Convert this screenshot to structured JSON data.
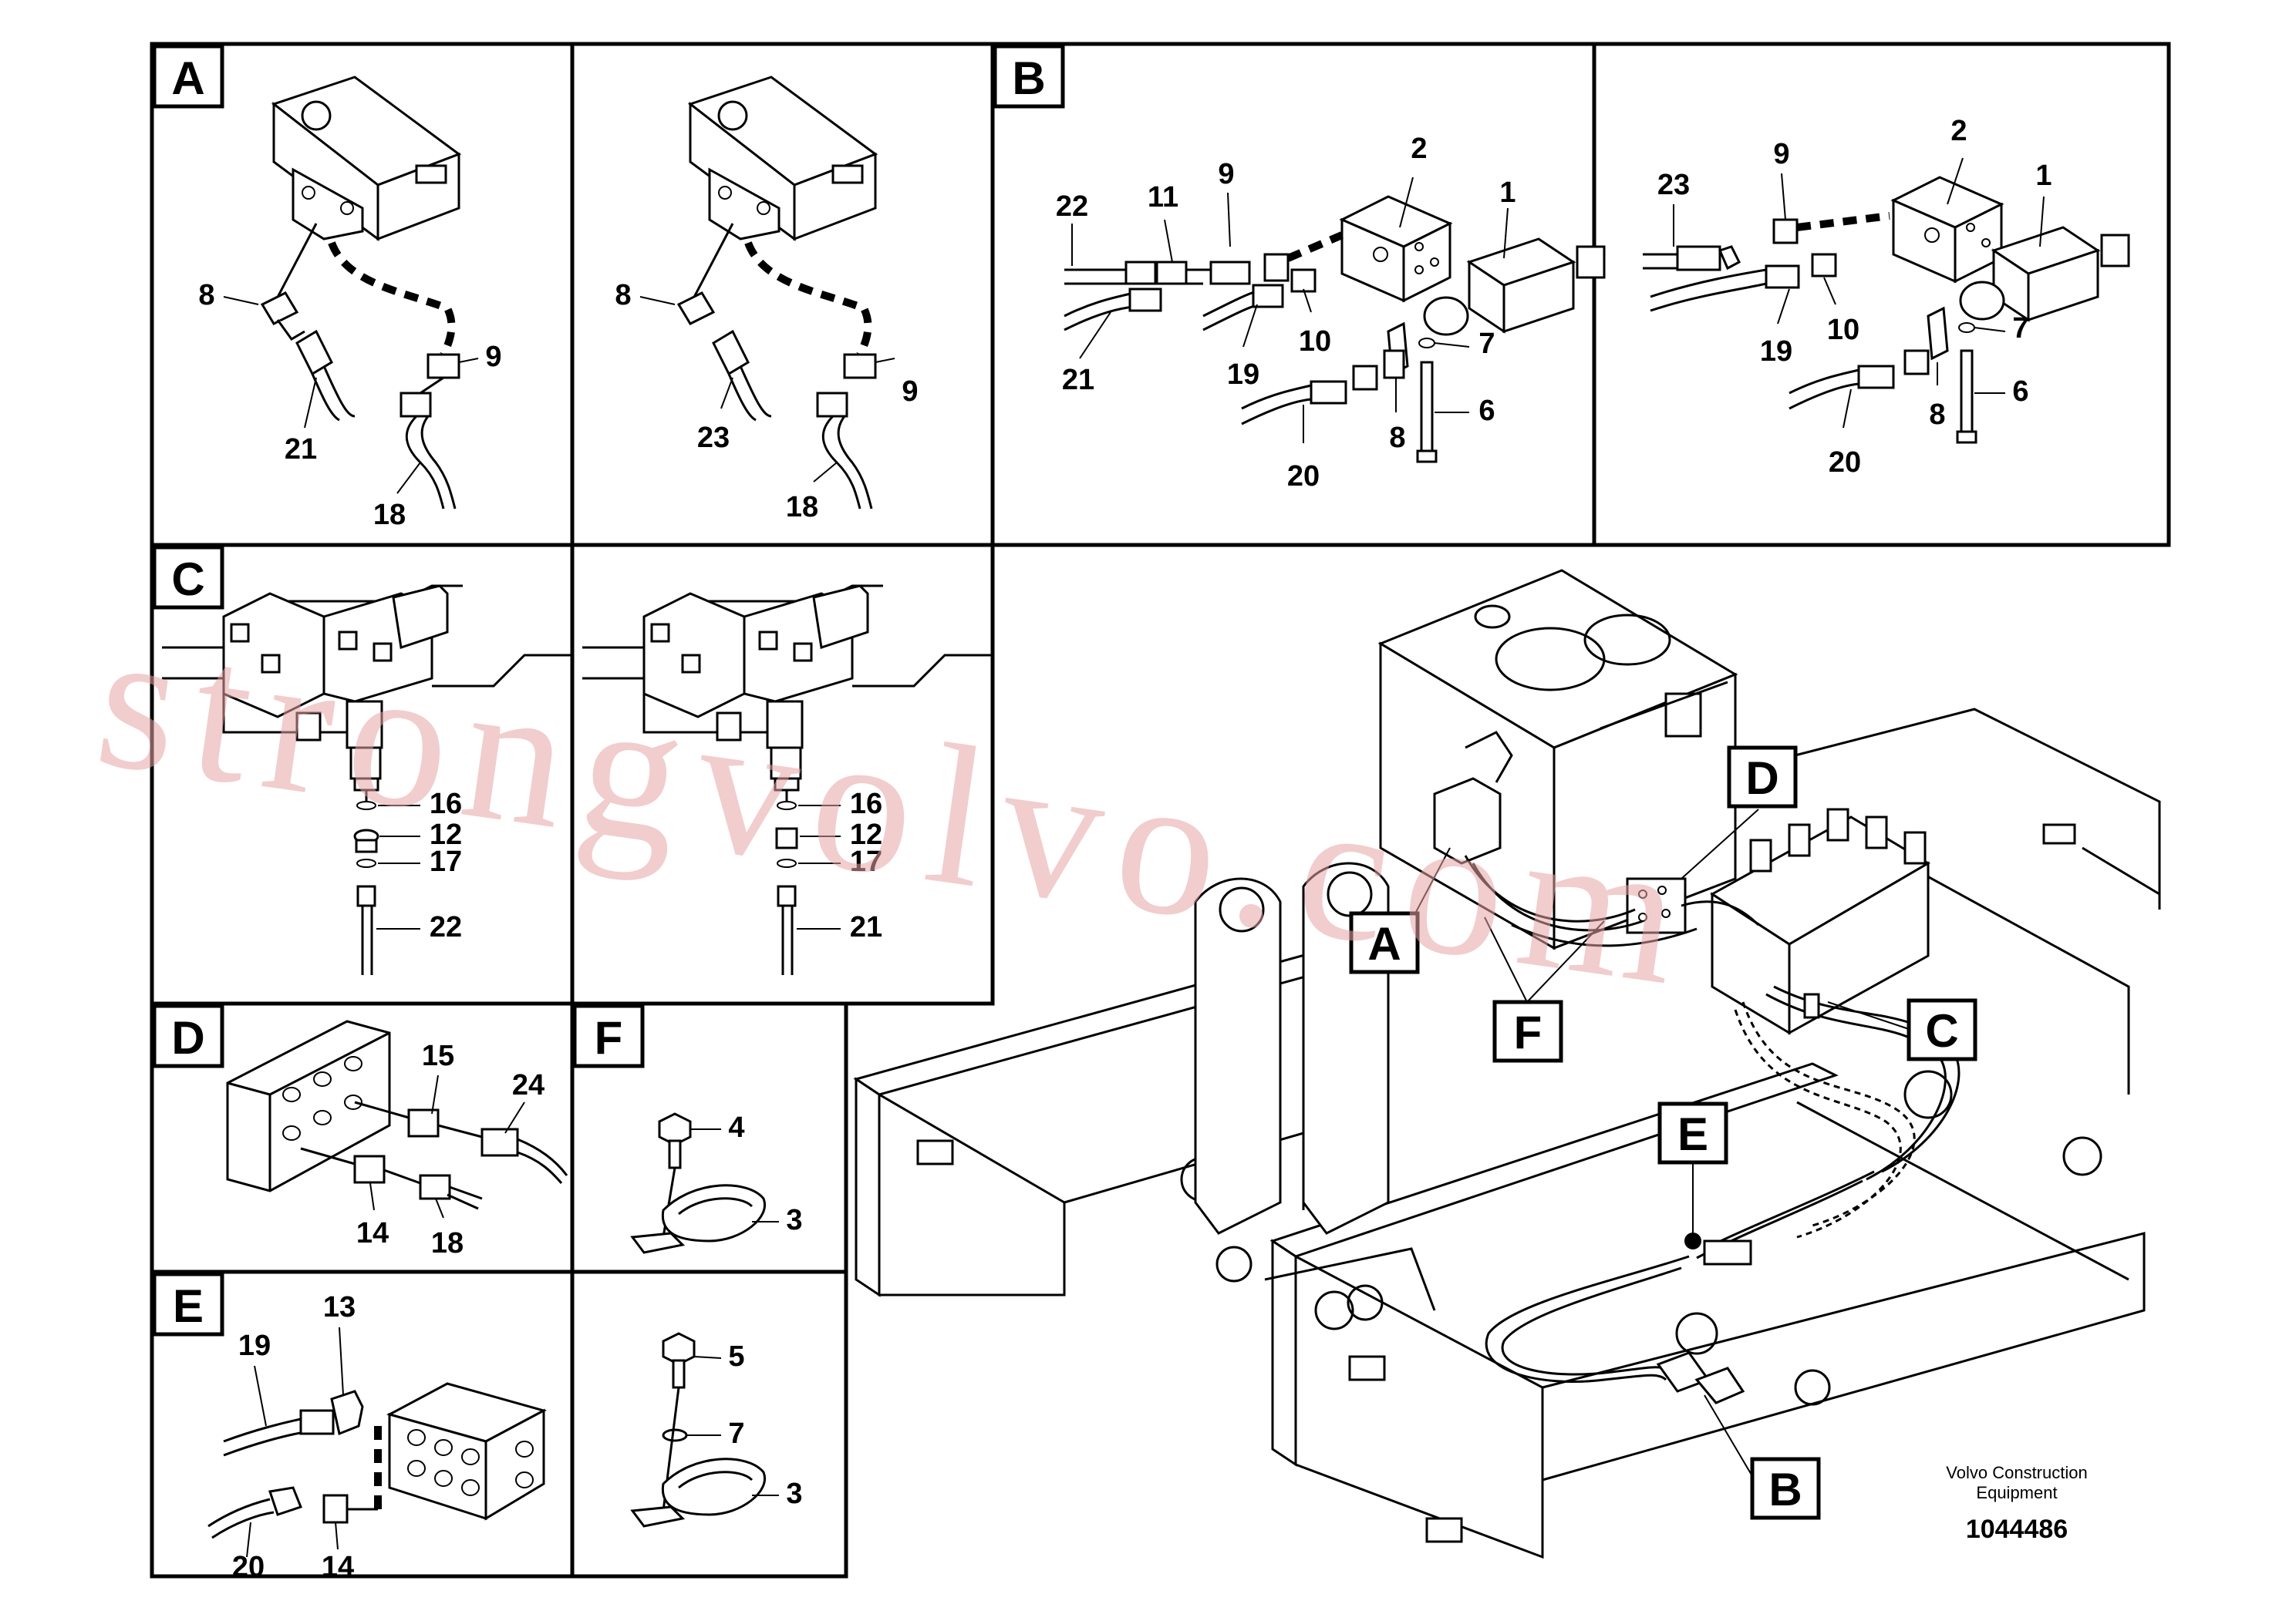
{
  "panels": {
    "A": "A",
    "B": "B",
    "C": "C",
    "D": "D",
    "E": "E",
    "F": "F"
  },
  "callouts": {
    "a1": {
      "p8": "8",
      "p9": "9",
      "p21": "21",
      "p18": "18"
    },
    "a2": {
      "p8": "8",
      "p9": "9",
      "p23": "23",
      "p18": "18"
    },
    "b1": {
      "p22": "22",
      "p11": "11",
      "p9": "9",
      "p2": "2",
      "p1": "1",
      "p21": "21",
      "p19": "19",
      "p10": "10",
      "p7": "7",
      "p6": "6",
      "p8": "8",
      "p20": "20"
    },
    "b2": {
      "p23": "23",
      "p9": "9",
      "p2": "2",
      "p1": "1",
      "p19": "19",
      "p10": "10",
      "p7": "7",
      "p6": "6",
      "p8": "8",
      "p20": "20"
    },
    "c1": {
      "p16": "16",
      "p12": "12",
      "p17": "17",
      "p22": "22"
    },
    "c2": {
      "p16": "16",
      "p12": "12",
      "p17": "17",
      "p21": "21"
    },
    "d": {
      "p15": "15",
      "p24": "24",
      "p14": "14",
      "p18": "18"
    },
    "f1": {
      "p4": "4",
      "p3": "3"
    },
    "e": {
      "p13": "13",
      "p19": "19",
      "p20": "20",
      "p14": "14"
    },
    "f2": {
      "p5": "5",
      "p7": "7",
      "p3": "3"
    }
  },
  "overview_tags": {
    "A": "A",
    "B": "B",
    "C": "C",
    "D": "D",
    "E": "E",
    "F": "F"
  },
  "footer": {
    "company_line1": "Volvo Construction",
    "company_line2": "Equipment",
    "drawing_number": "1044486"
  },
  "watermark": "strongvolvo.com"
}
